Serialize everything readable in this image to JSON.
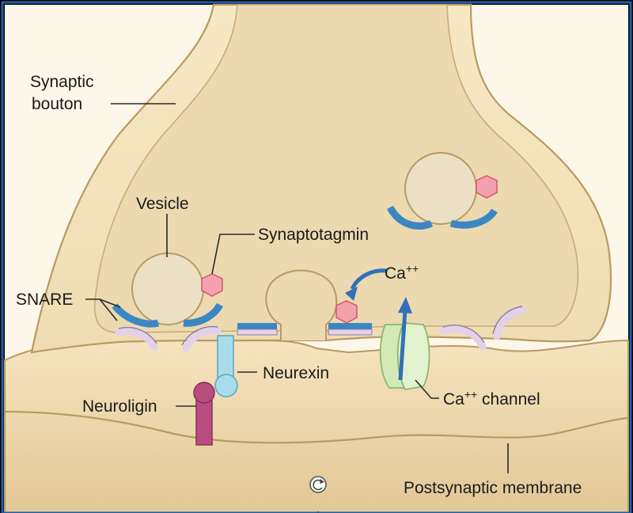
{
  "labels": {
    "synaptic_bouton_line1": "Synaptic",
    "synaptic_bouton_line2": "bouton",
    "vesicle": "Vesicle",
    "synaptotagmin": "Synaptotagmin",
    "snare": "SNARE",
    "ca_base": "Ca",
    "ca_sup": "++",
    "neurexin": "Neurexin",
    "neuroligin": "Neuroligin",
    "ca_channel_base": "Ca",
    "ca_channel_sup": "++",
    "ca_channel_rest": " channel",
    "postsynaptic_membrane": "Postsynaptic membrane"
  },
  "colors": {
    "background": "#000000",
    "frame": "#1e5fa8",
    "bouton_fill": "#f5e4bd",
    "bouton_inner": "#ead7ae",
    "bouton_edge": "#b89a62",
    "vesicle_fill": "#ece0c4",
    "synaptotagmin": "#f3a1ad",
    "snare_blue": "#3a87c4",
    "arrow_blue": "#2f72b8",
    "snare_lilac": "#e4d0e8",
    "neurexin": "#a9dcea",
    "neuroligin": "#b94d7f",
    "channel_green": "#d3eab8",
    "postsynaptic_fill": "#f2ddb4",
    "postsynaptic_deep": "#e3c99a"
  },
  "icons": {
    "refresh": "refresh-icon"
  }
}
